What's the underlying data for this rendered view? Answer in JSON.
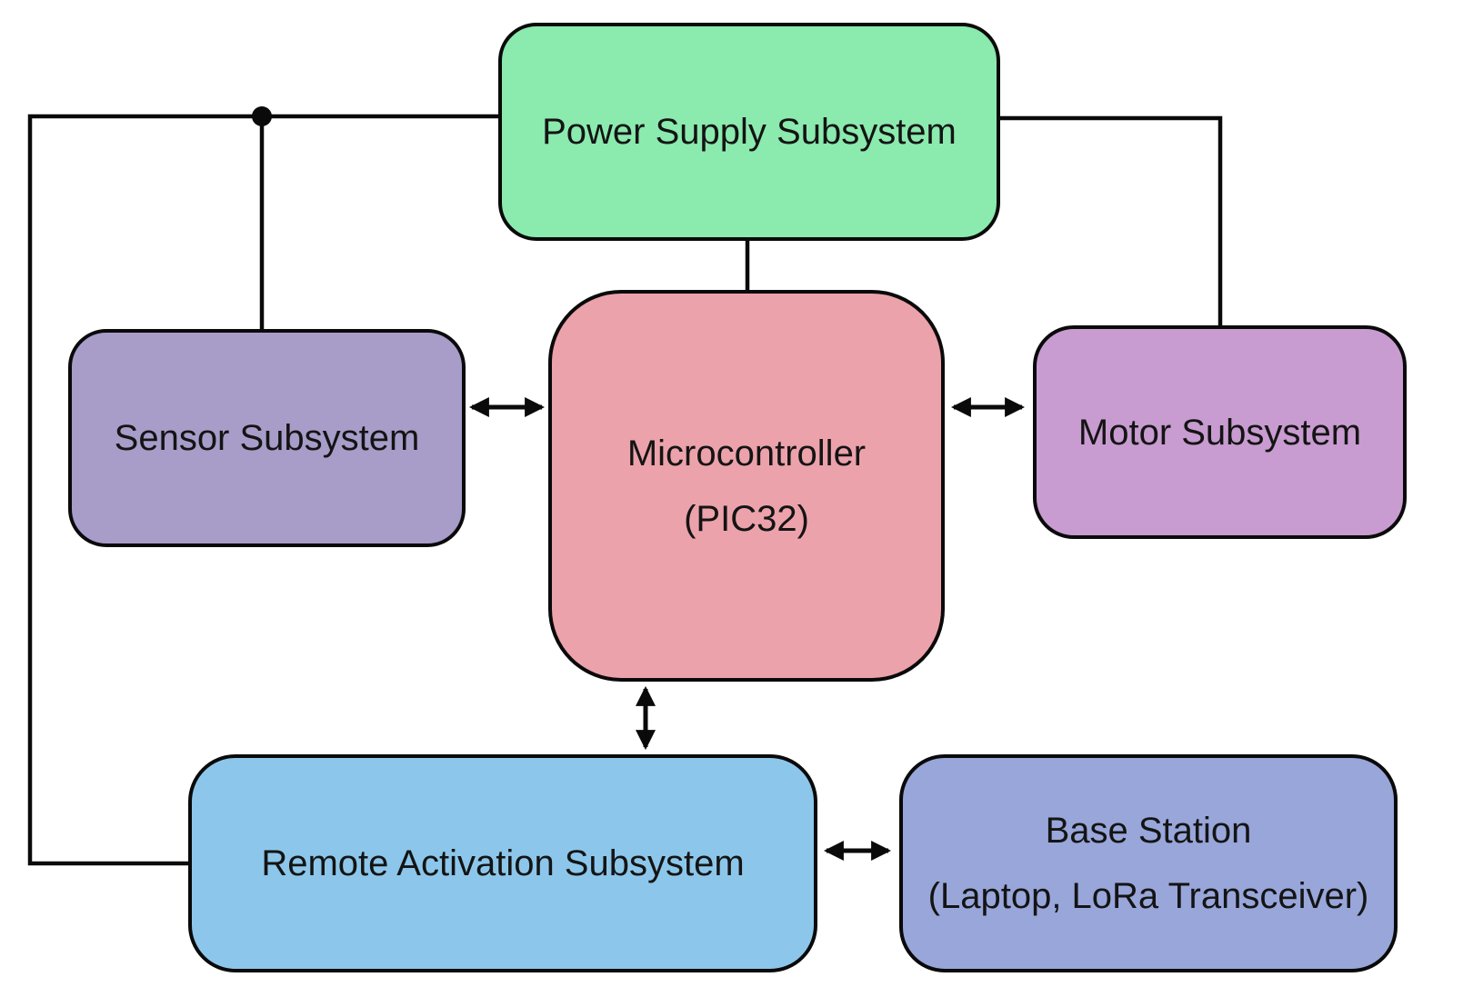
{
  "diagram": {
    "background": "#ffffff",
    "stroke_color": "#0a0a0a",
    "text_color": "#141414",
    "nodes": {
      "power_supply": {
        "label": "Power Supply Subsystem",
        "fill": "#8beaae"
      },
      "sensor": {
        "label": "Sensor Subsystem",
        "fill": "#a89cc9"
      },
      "microcontroller": {
        "line1": "Microcontroller",
        "line2": "(PIC32)",
        "fill": "#eca2ab"
      },
      "motor": {
        "label": "Motor Subsystem",
        "fill": "#c89cd0"
      },
      "remote_activation": {
        "label": "Remote Activation Subsystem",
        "fill": "#8cc7eb"
      },
      "base_station": {
        "line1": "Base Station",
        "line2": "(Laptop, LoRa Transceiver)",
        "fill": "#98a6da"
      }
    },
    "edges": [
      {
        "from": "power_supply",
        "to": "microcontroller",
        "style": "plain-line"
      },
      {
        "from": "power_supply",
        "to": "sensor",
        "style": "plain-line-with-junction-dot"
      },
      {
        "from": "power_supply",
        "to": "motor",
        "style": "plain-line"
      },
      {
        "from": "power_supply",
        "to": "remote_activation",
        "style": "plain-line"
      },
      {
        "from": "sensor",
        "to": "microcontroller",
        "style": "double-arrow"
      },
      {
        "from": "microcontroller",
        "to": "motor",
        "style": "double-arrow"
      },
      {
        "from": "microcontroller",
        "to": "remote_activation",
        "style": "double-arrow"
      },
      {
        "from": "remote_activation",
        "to": "base_station",
        "style": "double-arrow"
      }
    ]
  }
}
